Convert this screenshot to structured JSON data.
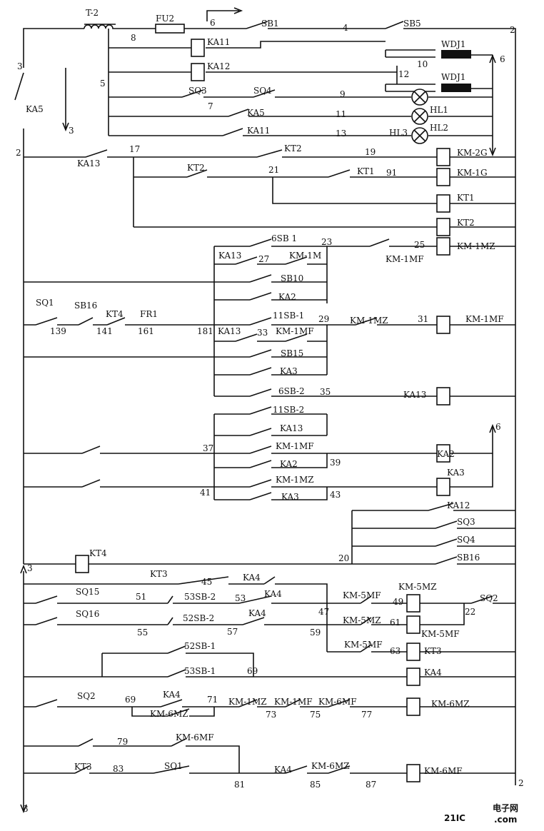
{
  "diagram_title": "",
  "labels": [
    "T-2",
    "FU2",
    "8",
    "6",
    "SB1",
    "4",
    "SB5",
    "2",
    "KA11",
    "KA12",
    "WDJ1",
    "WDJ1",
    "10",
    "12",
    "6",
    "3",
    "5",
    "KA5",
    "3",
    "SQ3",
    "SQ4",
    "7",
    "9",
    "HL1",
    "KA5",
    "11",
    "HL2",
    "KA11",
    "13",
    "HL3",
    "2",
    "KA13",
    "17",
    "KT2",
    "19",
    "KM-2G",
    "KT2",
    "21",
    "KT1",
    "91",
    "KM-1G",
    "KT1",
    "KT2",
    "6SB 1",
    "23",
    "25",
    "KM-1MZ",
    "KA13",
    "27",
    "KM-1M",
    "KM-1MF",
    "SB10",
    "KA2",
    "SQ1",
    "SB16",
    "KT4",
    "FR1",
    "11SB-1",
    "29",
    "KM-1MZ",
    "31",
    "KM-1MF",
    "139",
    "141",
    "161",
    "181",
    "KA13",
    "33",
    "KM-1MF",
    "SB15",
    "KA3",
    "6SB-2",
    "35",
    "KA13",
    "11SB-2",
    "KA13",
    "6",
    "37",
    "KM-1MF",
    "KA2",
    "KA2",
    "39",
    "KA3",
    "KM-1MZ",
    "41",
    "KA3",
    "43",
    "KA12",
    "SQ3",
    "SQ4",
    "SB16",
    "20",
    "KT4",
    "3",
    "KT3",
    "45",
    "KA4",
    "KA4",
    "KM-5MZ",
    "SQ15",
    "51",
    "53SB-2",
    "53",
    "KM-5MF",
    "49",
    "SQ2",
    "47",
    "22",
    "SQ16",
    "52SB-2",
    "KA4",
    "KM-5MZ",
    "61",
    "KM-5MF",
    "55",
    "57",
    "59",
    "52SB-1",
    "KM-5MF",
    "63",
    "KT3",
    "53SB-1",
    "69",
    "KA4",
    "SQ2",
    "KA4",
    "69",
    "71",
    "KM-1MZ",
    "KM-1MF",
    "KM-6MF",
    "KM-6MZ",
    "KM-6MZ",
    "73",
    "75",
    "77",
    "79",
    "KM-6MF",
    "KT3",
    "83",
    "SQ1",
    "KA4",
    "KM-6MZ",
    "KM-6MF",
    "81",
    "85",
    "87",
    "2",
    "3"
  ],
  "watermark": {
    "brand": "21IC",
    "site": "电子网",
    "suffix": ".com"
  }
}
